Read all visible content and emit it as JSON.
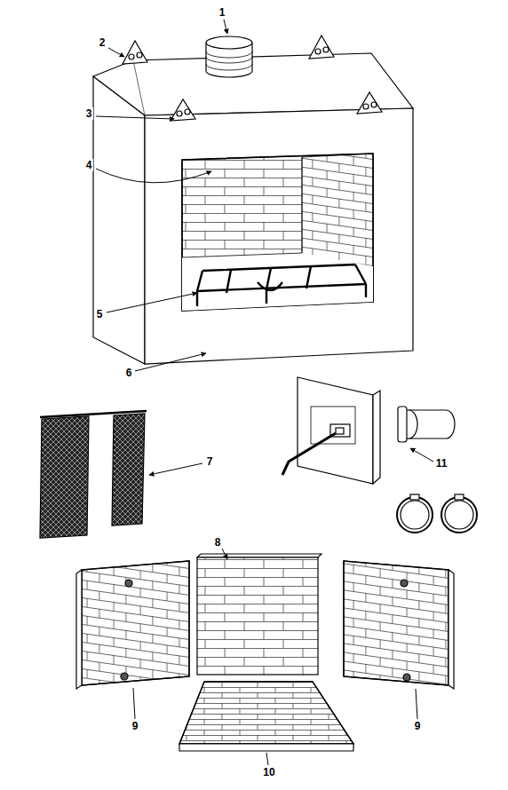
{
  "diagram": {
    "labels": [
      "1",
      "2",
      "3",
      "4",
      "5",
      "6",
      "7",
      "11",
      "8",
      "9",
      "9",
      "10"
    ]
  }
}
